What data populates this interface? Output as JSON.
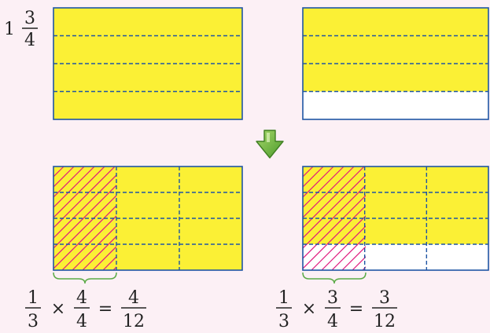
{
  "mixed_number": {
    "whole": "1",
    "numerator": "3",
    "denominator": "4"
  },
  "top_left": {
    "rows": 4,
    "filled_rows": 4
  },
  "top_right": {
    "rows": 4,
    "filled_rows": 3
  },
  "bottom_left": {
    "rows": 4,
    "cols": 3,
    "filled_rows": 4,
    "hatched_cols": 1
  },
  "bottom_right": {
    "rows": 4,
    "cols": 3,
    "filled_rows": 3,
    "hatched_cols": 1
  },
  "equation_left": {
    "a_num": "1",
    "a_den": "3",
    "op": "×",
    "b_num": "4",
    "b_den": "4",
    "eq": "=",
    "r_num": "4",
    "r_den": "12"
  },
  "equation_right": {
    "a_num": "1",
    "a_den": "3",
    "op": "×",
    "b_num": "3",
    "b_den": "4",
    "eq": "=",
    "r_num": "3",
    "r_den": "12"
  },
  "colors": {
    "background": "#fcf0f5",
    "fill": "#fbf035",
    "border": "#1f55a3",
    "hatch": "#e0197d",
    "brace": "#5aaa46",
    "arrow": "#6bb33a"
  },
  "icons": {
    "arrow": "down-arrow-icon"
  }
}
